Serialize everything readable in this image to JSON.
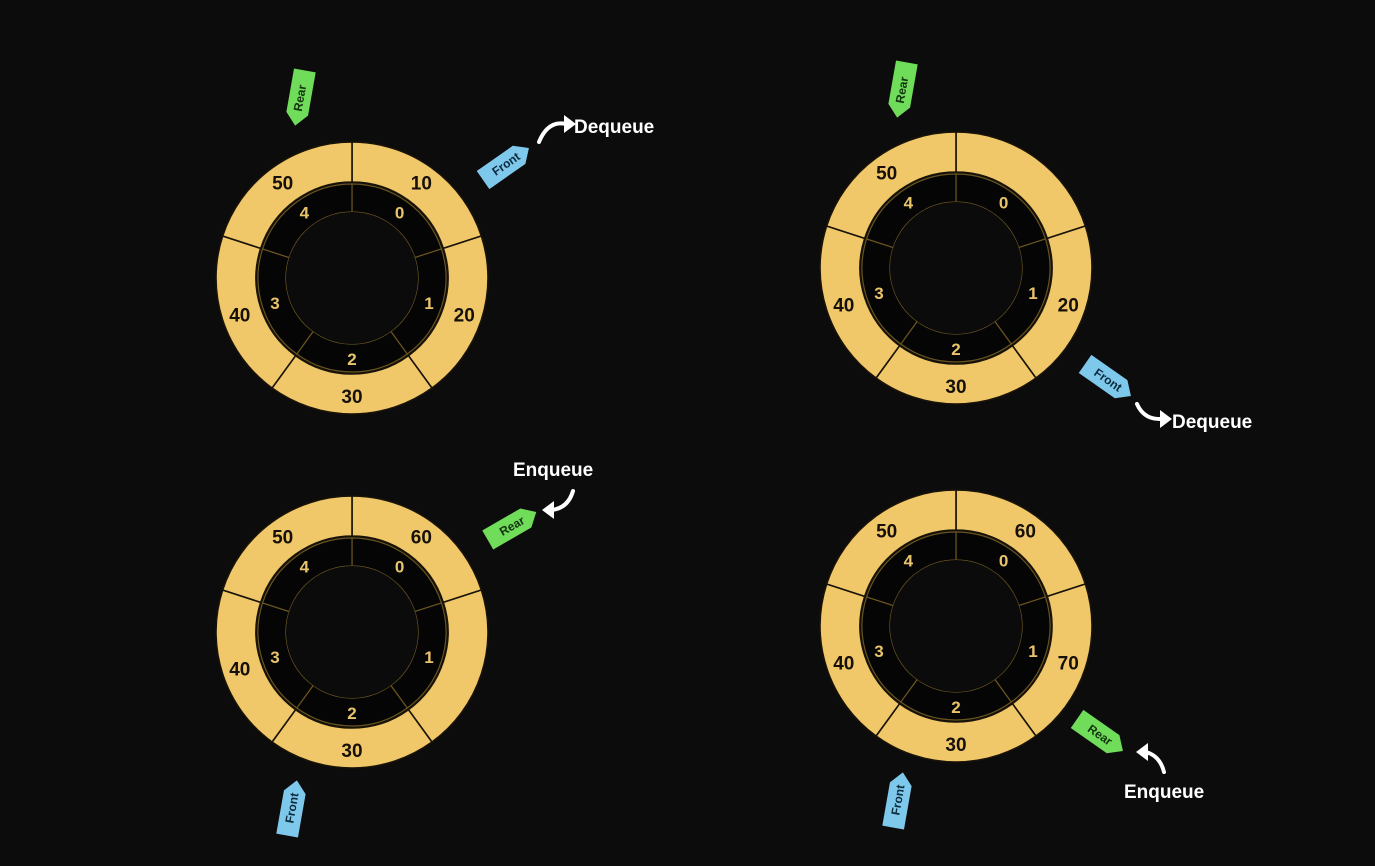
{
  "colors": {
    "background": "#0c0c0c",
    "ring": "#f0c86a",
    "inner_ring": "#050505",
    "index_text": "#e9c46a",
    "rear_tag": "#6fdc5a",
    "front_tag": "#7ec8ec",
    "operation_text": "#ffffff"
  },
  "diagrams": [
    {
      "values": [
        "10",
        "20",
        "30",
        "40",
        "50"
      ],
      "indices": [
        "0",
        "1",
        "2",
        "3",
        "4"
      ],
      "tags": [
        {
          "kind": "rear",
          "label": "Rear"
        },
        {
          "kind": "front",
          "label": "Front"
        }
      ],
      "operation": {
        "label": "Dequeue",
        "icon": "curved-arrow-right-icon"
      }
    },
    {
      "values": [
        "",
        "20",
        "30",
        "40",
        "50"
      ],
      "indices": [
        "0",
        "1",
        "2",
        "3",
        "4"
      ],
      "tags": [
        {
          "kind": "rear",
          "label": "Rear"
        },
        {
          "kind": "front",
          "label": "Front"
        }
      ],
      "operation": {
        "label": "Dequeue",
        "icon": "curved-arrow-right-icon"
      }
    },
    {
      "values": [
        "60",
        "",
        "30",
        "40",
        "50"
      ],
      "indices": [
        "0",
        "1",
        "2",
        "3",
        "4"
      ],
      "tags": [
        {
          "kind": "rear",
          "label": "Rear"
        },
        {
          "kind": "front",
          "label": "Front"
        }
      ],
      "operation": {
        "label": "Enqueue",
        "icon": "curved-arrow-left-icon"
      }
    },
    {
      "values": [
        "60",
        "70",
        "30",
        "40",
        "50"
      ],
      "indices": [
        "0",
        "1",
        "2",
        "3",
        "4"
      ],
      "tags": [
        {
          "kind": "rear",
          "label": "Rear"
        },
        {
          "kind": "front",
          "label": "Front"
        }
      ],
      "operation": {
        "label": "Enqueue",
        "icon": "curved-arrow-left-icon"
      }
    }
  ]
}
